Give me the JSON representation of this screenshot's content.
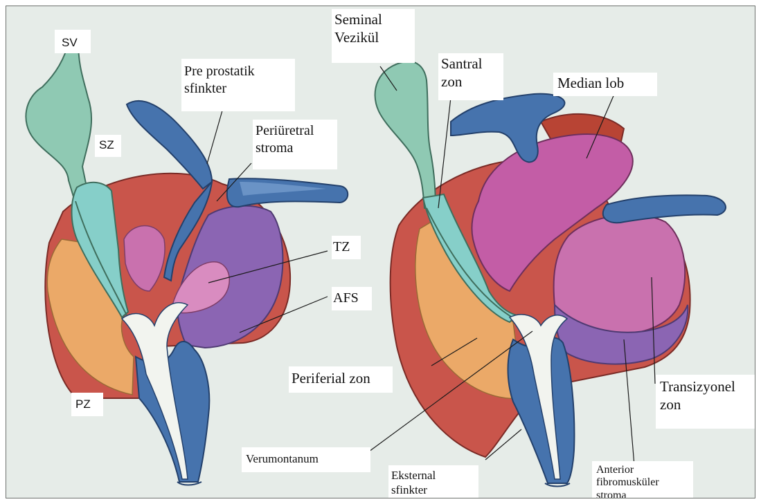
{
  "diagram": {
    "left_panel": {
      "labels": {
        "sv": "SV",
        "sz": "SZ",
        "pre_prostatic_sphincter": [
          "Pre prostatik",
          "sfinkter"
        ],
        "periurethral_stroma": [
          "Periüretral",
          "stroma"
        ],
        "tz": "TZ",
        "afs": "AFS",
        "pz": "PZ"
      }
    },
    "right_panel": {
      "labels": {
        "seminal_vesicle": [
          "Seminal",
          "Vezikül"
        ],
        "central_zone": [
          "Santral",
          "zon"
        ],
        "median_lobe": "Median lob",
        "peripheral_zone": "Periferial zon",
        "transition_zone": [
          "Transizyonel",
          "zon"
        ],
        "verumontanum": "Verumontanum",
        "external_sphincter": [
          "Eksternal",
          "sfinkter"
        ],
        "anterior_fibromuscular_stroma": [
          "Anterior",
          "fibromusküler",
          "stroma"
        ]
      }
    },
    "colors": {
      "background": "#e6ece8",
      "seminal_vesicle": "#8fc9b3",
      "central_zone": "#86cfc9",
      "peripheral_zone": "#eba968",
      "capsule_red": "#c9554b",
      "transition_zone": "#c971ae",
      "median_lobe": "#c35da6",
      "anterior_stroma_purple": "#8b65b3",
      "urethra_blue": "#4673ad",
      "urethra_lumen": "#f2f4ef"
    }
  }
}
